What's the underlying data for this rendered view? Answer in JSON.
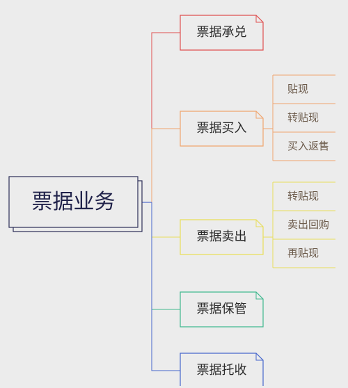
{
  "mindmap": {
    "root": {
      "label": "票据业务"
    },
    "branches": [
      {
        "label": "票据承兑",
        "color": "#e04f4f",
        "children": []
      },
      {
        "label": "票据买入",
        "color": "#f0a56e",
        "children": [
          {
            "label": "贴现"
          },
          {
            "label": "转贴现"
          },
          {
            "label": "买入返售"
          }
        ]
      },
      {
        "label": "票据卖出",
        "color": "#e8de5a",
        "children": [
          {
            "label": "转贴现"
          },
          {
            "label": "卖出回购"
          },
          {
            "label": "再贴现"
          }
        ]
      },
      {
        "label": "票据保管",
        "color": "#3fb88e",
        "children": []
      },
      {
        "label": "票据托收",
        "color": "#4666cc",
        "children": []
      }
    ],
    "colors": {
      "root_border": "#2b2d57",
      "connector": "#5570cc"
    }
  }
}
